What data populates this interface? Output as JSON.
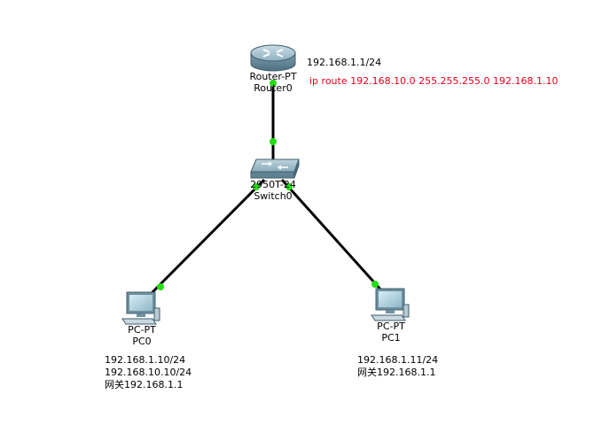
{
  "colors": {
    "link": "#000000",
    "port_up": "#22e011",
    "annotation_red": "#e8001c"
  },
  "devices": {
    "router": {
      "model": "Router-PT",
      "name": "Router0",
      "icon": "router-icon"
    },
    "switch": {
      "model": "2950T-24",
      "name": "Switch0",
      "icon": "switch-icon"
    },
    "pc0": {
      "model": "PC-PT",
      "name": "PC0",
      "icon": "pc-icon"
    },
    "pc1": {
      "model": "PC-PT",
      "name": "PC1",
      "icon": "pc-icon"
    }
  },
  "notes": {
    "router_ip": "192.168.1.1/24",
    "static_route": "ip route 192.168.10.0 255.255.255.0 192.168.1.10",
    "pc0_lines": [
      "192.168.1.10/24",
      "192.168.10.10/24",
      "网关192.168.1.1"
    ],
    "pc1_lines": [
      "192.168.1.11/24",
      "网关192.168.1.1"
    ]
  }
}
